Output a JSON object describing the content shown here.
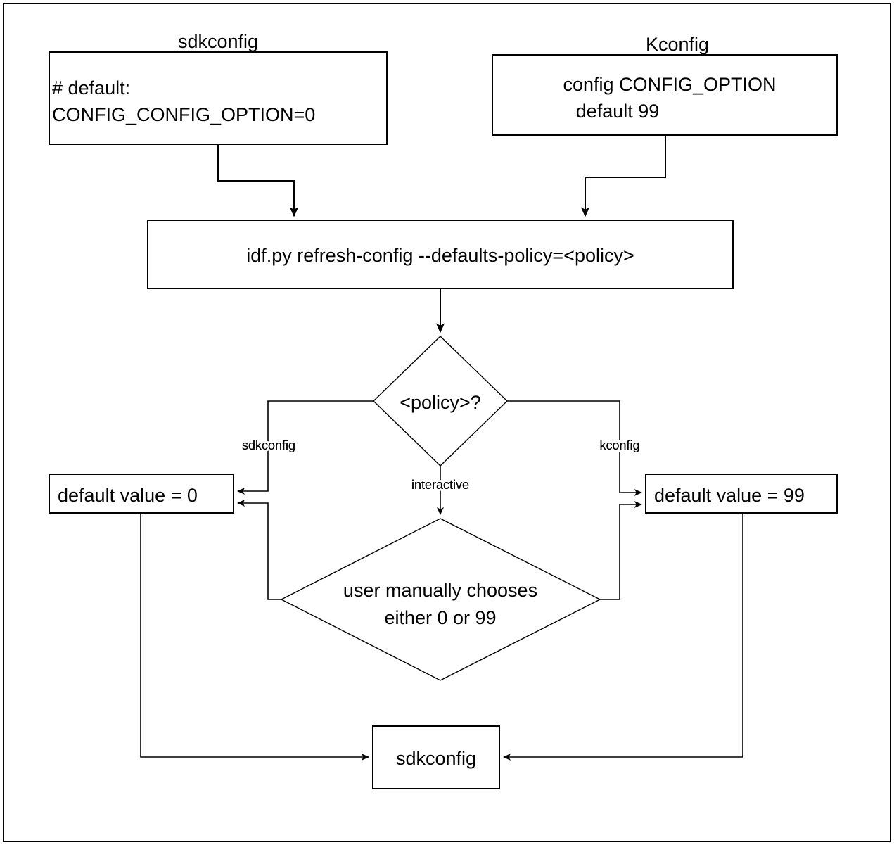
{
  "diagram": {
    "title": "idf.py refresh-config defaults policy flow",
    "background_color": "#ffffff",
    "line_color": "#000000",
    "border": "outer page rectangle"
  },
  "captions": {
    "sdkconfig_file": "sdkconfig",
    "kconfig_file": "Kconfig"
  },
  "nodes": {
    "sdkconfig_box": {
      "line1": "# default:",
      "line2": "CONFIG_CONFIG_OPTION=0"
    },
    "kconfig_box": {
      "line1": "config CONFIG_OPTION",
      "line2": "default 99"
    },
    "command_box": {
      "label": "idf.py refresh-config --defaults-policy=<policy>"
    },
    "policy_decision": {
      "label": "<policy>?"
    },
    "default_zero_box": {
      "label": "default value = 0"
    },
    "default_ninetynine_box": {
      "label": "default value = 99"
    },
    "manual_choice_decision": {
      "line1": "user manually chooses",
      "line2": "either 0 or 99"
    },
    "result_box": {
      "label": "sdkconfig"
    }
  },
  "edge_labels": {
    "branch_sdkconfig": "sdkconfig",
    "branch_kconfig": "kconfig",
    "branch_interactive": "interactive"
  }
}
